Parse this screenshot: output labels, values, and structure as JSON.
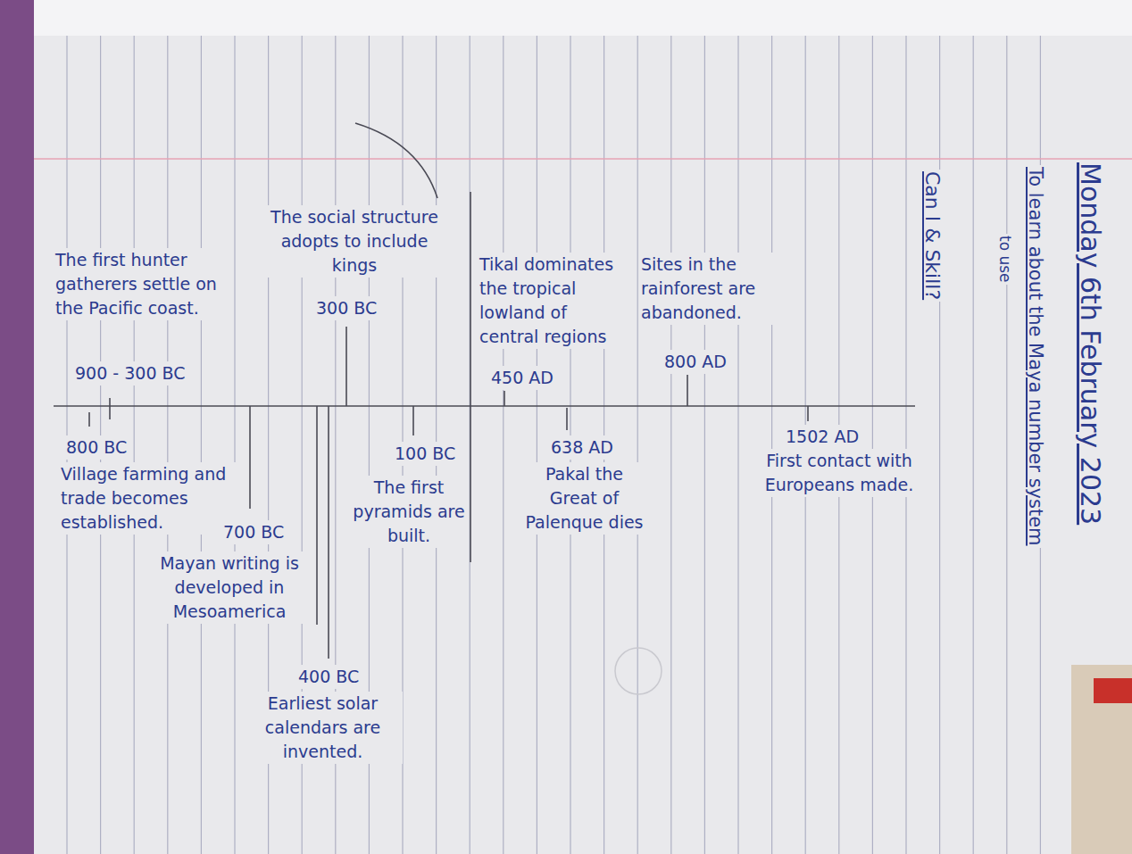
{
  "diagram": {
    "title": "Monday 6th February 2023",
    "labels": [
      "to use",
      "To learn about the Maya number system",
      "Can I & Skill?",
      "The first hunter gatherers settle on the Pacific coast.",
      "900 - 300 BC",
      "800 BC",
      "Village farming and trade becomes established.",
      "700 BC",
      "Mayan writing is developed in Mesoamerica",
      "400 BC",
      "Earliest solar calendars are invented.",
      "The social structure adopts to include kings",
      "300 BC",
      "100 BC",
      "The first pyramids are built.",
      "Tikal dominates the tropical lowland of central regions",
      "450 AD",
      "638 AD",
      "Pakal the Great of Palenque dies",
      "Sites in the rainforest are abandoned.",
      "800 AD",
      "1502 AD",
      "First contact with Europeans made."
    ]
  }
}
